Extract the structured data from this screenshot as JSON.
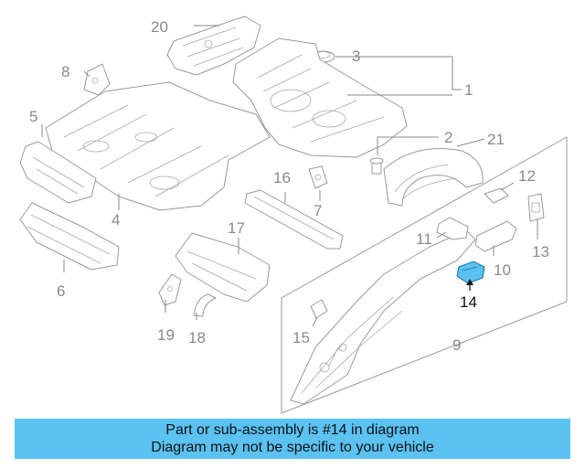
{
  "callouts": {
    "c1": "1",
    "c2": "2",
    "c3": "3",
    "c4": "4",
    "c5": "5",
    "c6": "6",
    "c7": "7",
    "c8": "8",
    "c9": "9",
    "c10": "10",
    "c11": "11",
    "c12": "12",
    "c13": "13",
    "c14": "14",
    "c15": "15",
    "c16": "16",
    "c17": "17",
    "c18": "18",
    "c19": "19",
    "c20": "20",
    "c21": "21"
  },
  "highlight": {
    "part": "14",
    "color": "#5bc2f2"
  },
  "banner": {
    "line1": "Part or sub-assembly is #14 in diagram",
    "line2": "Diagram may not be specific to your vehicle",
    "background": "#5bc2f2"
  }
}
